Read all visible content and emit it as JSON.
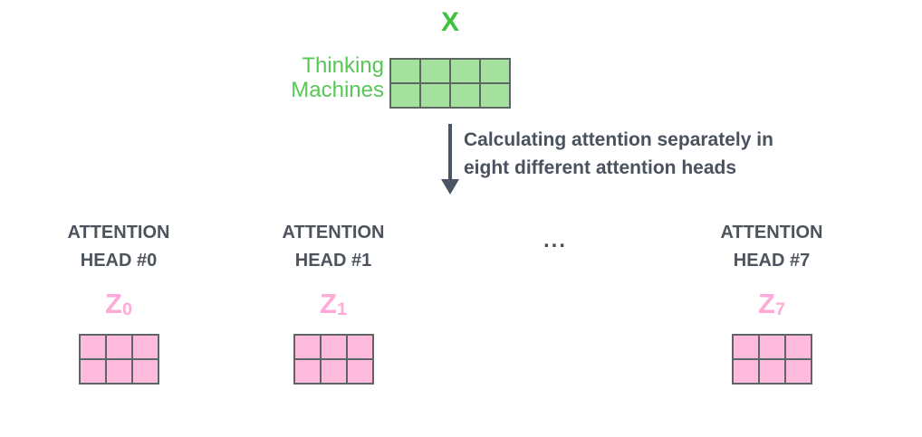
{
  "colors": {
    "green_label": "#3fc23f",
    "green_row_label": "#58c758",
    "green_cell": "#a4e09e",
    "pink_cell": "#ffbbdd",
    "pink_label": "#ffabd7",
    "grid_line": "#5c6662",
    "dark_text": "#4a525e",
    "arrow": "#4a5462"
  },
  "input_matrix": {
    "label": "X",
    "row_label_line1": "Thinking",
    "row_label_line2": "Machines",
    "grid": {
      "rows": 2,
      "cols": 4
    }
  },
  "arrow_annotation": {
    "line1": "Calculating attention separately in",
    "line2": "eight different attention heads"
  },
  "heads": [
    {
      "title_line1": "ATTENTION",
      "title_line2": "HEAD #0",
      "z_base": "Z",
      "z_sub": "0",
      "grid": {
        "rows": 2,
        "cols": 3
      }
    },
    {
      "title_line1": "ATTENTION",
      "title_line2": "HEAD #1",
      "z_base": "Z",
      "z_sub": "1",
      "grid": {
        "rows": 2,
        "cols": 3
      }
    },
    {
      "title_line1": "ATTENTION",
      "title_line2": "HEAD #7",
      "z_base": "Z",
      "z_sub": "7",
      "grid": {
        "rows": 2,
        "cols": 3
      }
    }
  ],
  "ellipsis": "..."
}
